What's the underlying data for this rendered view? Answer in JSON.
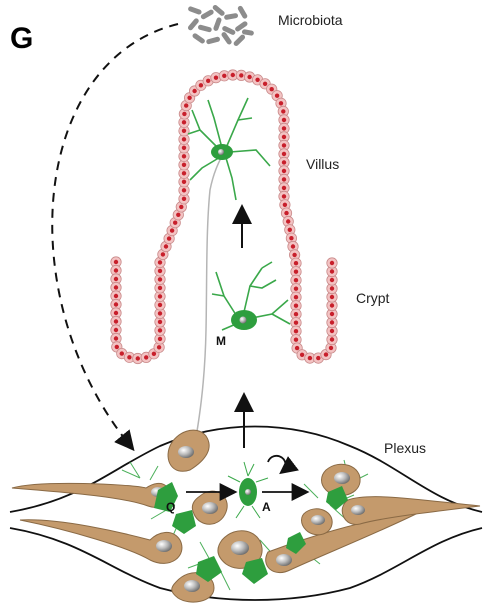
{
  "panel_letter": "G",
  "labels": {
    "microbiota": "Microbiota",
    "villus": "Villus",
    "crypt": "Crypt",
    "plexus": "Plexus",
    "m": "M",
    "q": "Q",
    "a": "A"
  },
  "colors": {
    "epithelial_cell_fill": "#f3c3c3",
    "epithelial_cell_outline": "#c98b8b",
    "epithelial_nucleus": "#c81f2b",
    "glial_cell": "#2e9e3e",
    "glial_process": "#3aa84a",
    "neuron_body": "#c49a6c",
    "neuron_outline": "#8a6a45",
    "nucleus_gray": "#9a9a9a",
    "axon": "#b5b5b5",
    "microbiota": "#8c8c8c",
    "arrows": "#111111"
  },
  "icons": {
    "self_renewal": "circular-arrow-icon",
    "microbiota": "bacteria-cluster-icon"
  }
}
